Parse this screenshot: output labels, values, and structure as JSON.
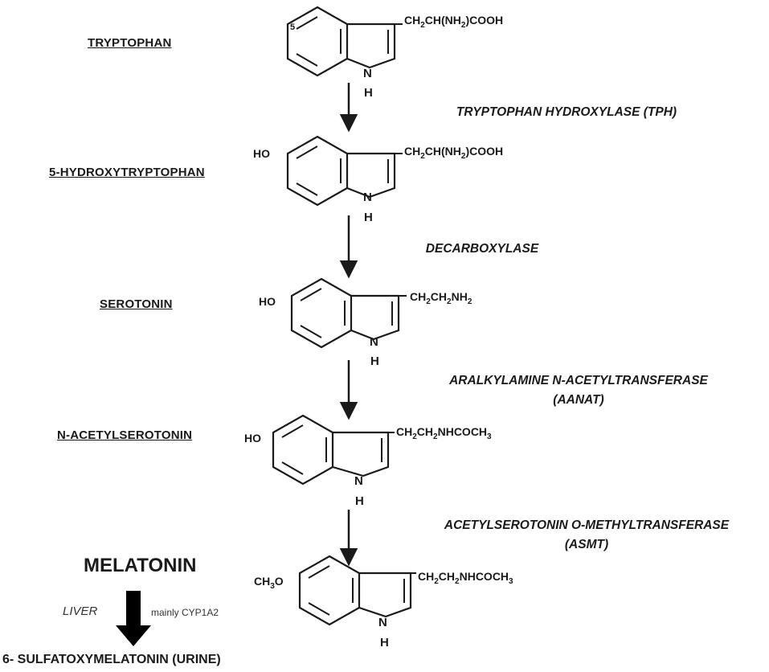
{
  "compounds": [
    {
      "name": "TRYPTOPHAN",
      "side_chain": "CH2CH(NH2)COOH",
      "ring_substituent": "",
      "ring_position_label": "5"
    },
    {
      "name": "5-HYDROXYTRYPTOPHAN",
      "side_chain": "CH2CH(NH2)COOH",
      "ring_substituent": "HO"
    },
    {
      "name": "SEROTONIN",
      "side_chain": "CH2CH2NH2",
      "ring_substituent": "HO"
    },
    {
      "name": "N-ACETYLSEROTONIN",
      "side_chain": "CH2CH2NHCOCH3",
      "ring_substituent": "HO"
    },
    {
      "name": "MELATONIN",
      "side_chain": "CH2CH2NHCOCH3",
      "ring_substituent": "CH3O"
    }
  ],
  "enzymes": [
    {
      "line1": "TRYPTOPHAN HYDROXYLASE (TPH)",
      "line2": ""
    },
    {
      "line1": "DECARBOXYLASE",
      "line2": ""
    },
    {
      "line1": "ARALKYLAMINE N-ACETYLTRANSFERASE",
      "line2": "(AANAT)"
    },
    {
      "line1": "ACETYLSEROTONIN O-METHYLTRANSFERASE",
      "line2": "(ASMT)"
    }
  ],
  "atoms": {
    "nitrogen": "N",
    "hydrogen": "H"
  },
  "metabolism": {
    "organ": "LIVER",
    "enzyme_note": "mainly CYP1A2",
    "product": "6- SULFATOXYMELATONIN (URINE)"
  }
}
